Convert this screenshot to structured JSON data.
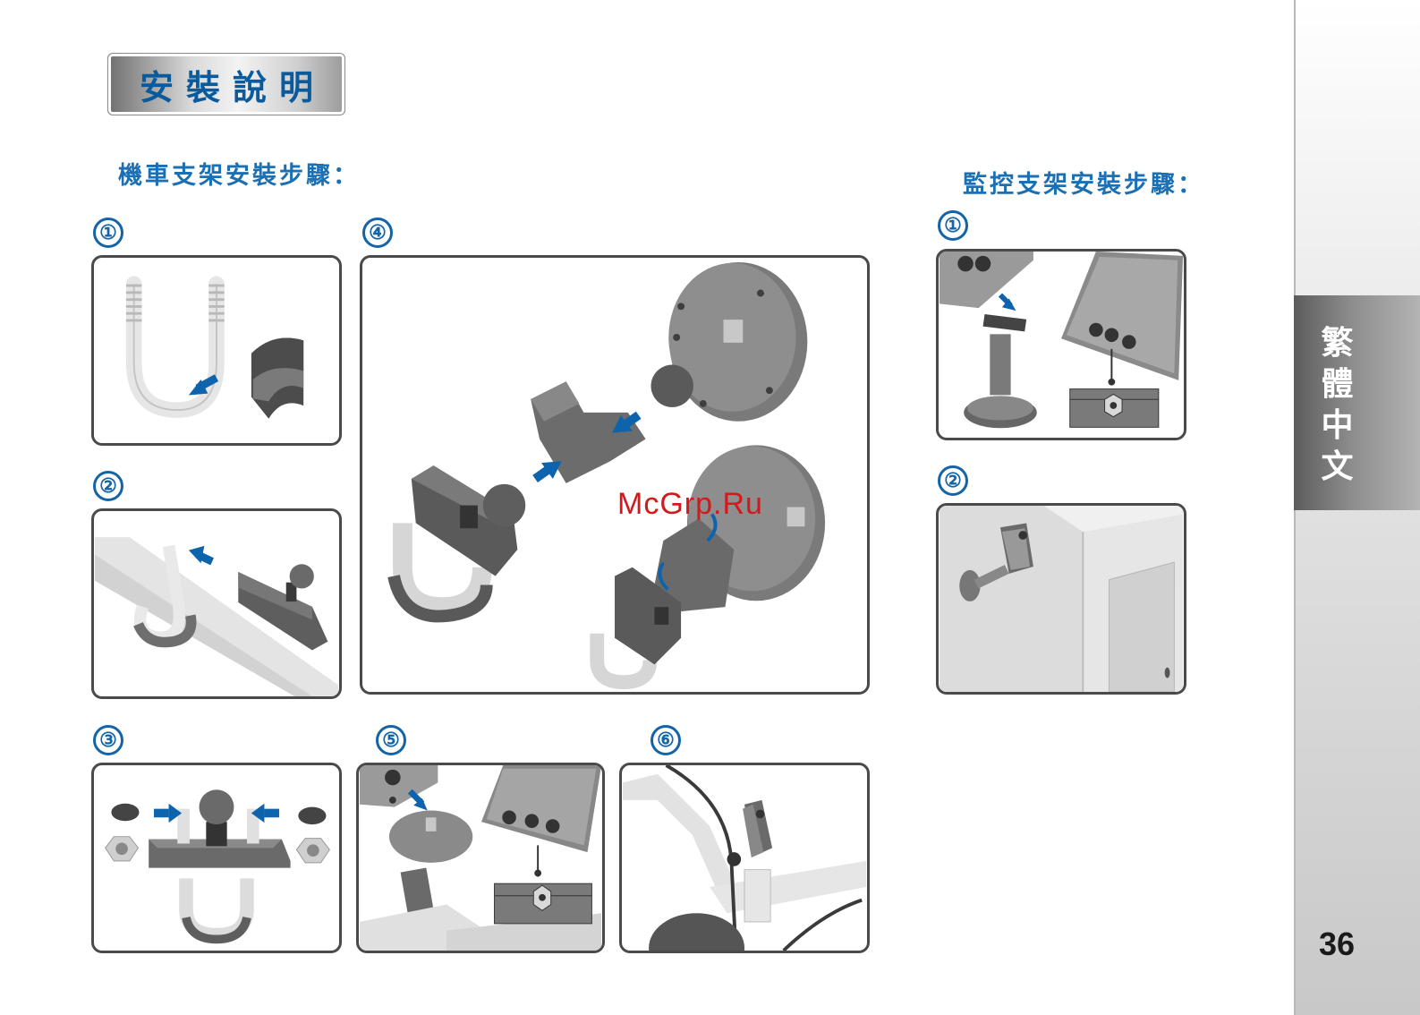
{
  "header": {
    "title": "安裝說明"
  },
  "motorcycle": {
    "heading": "機車支架安裝步驟：",
    "steps": [
      "①",
      "②",
      "③",
      "④",
      "⑤",
      "⑥"
    ]
  },
  "monitor": {
    "heading": "監控支架安裝步驟：",
    "steps": [
      "①",
      "②"
    ]
  },
  "side_tab": {
    "chars": [
      "繁",
      "體",
      "中",
      "文"
    ]
  },
  "page_number": "36",
  "watermark": "McGrp.Ru",
  "colors": {
    "accent_blue": "#1464a8",
    "arrow_blue": "#0e63ad",
    "part_gray": "#6e6e6e"
  }
}
